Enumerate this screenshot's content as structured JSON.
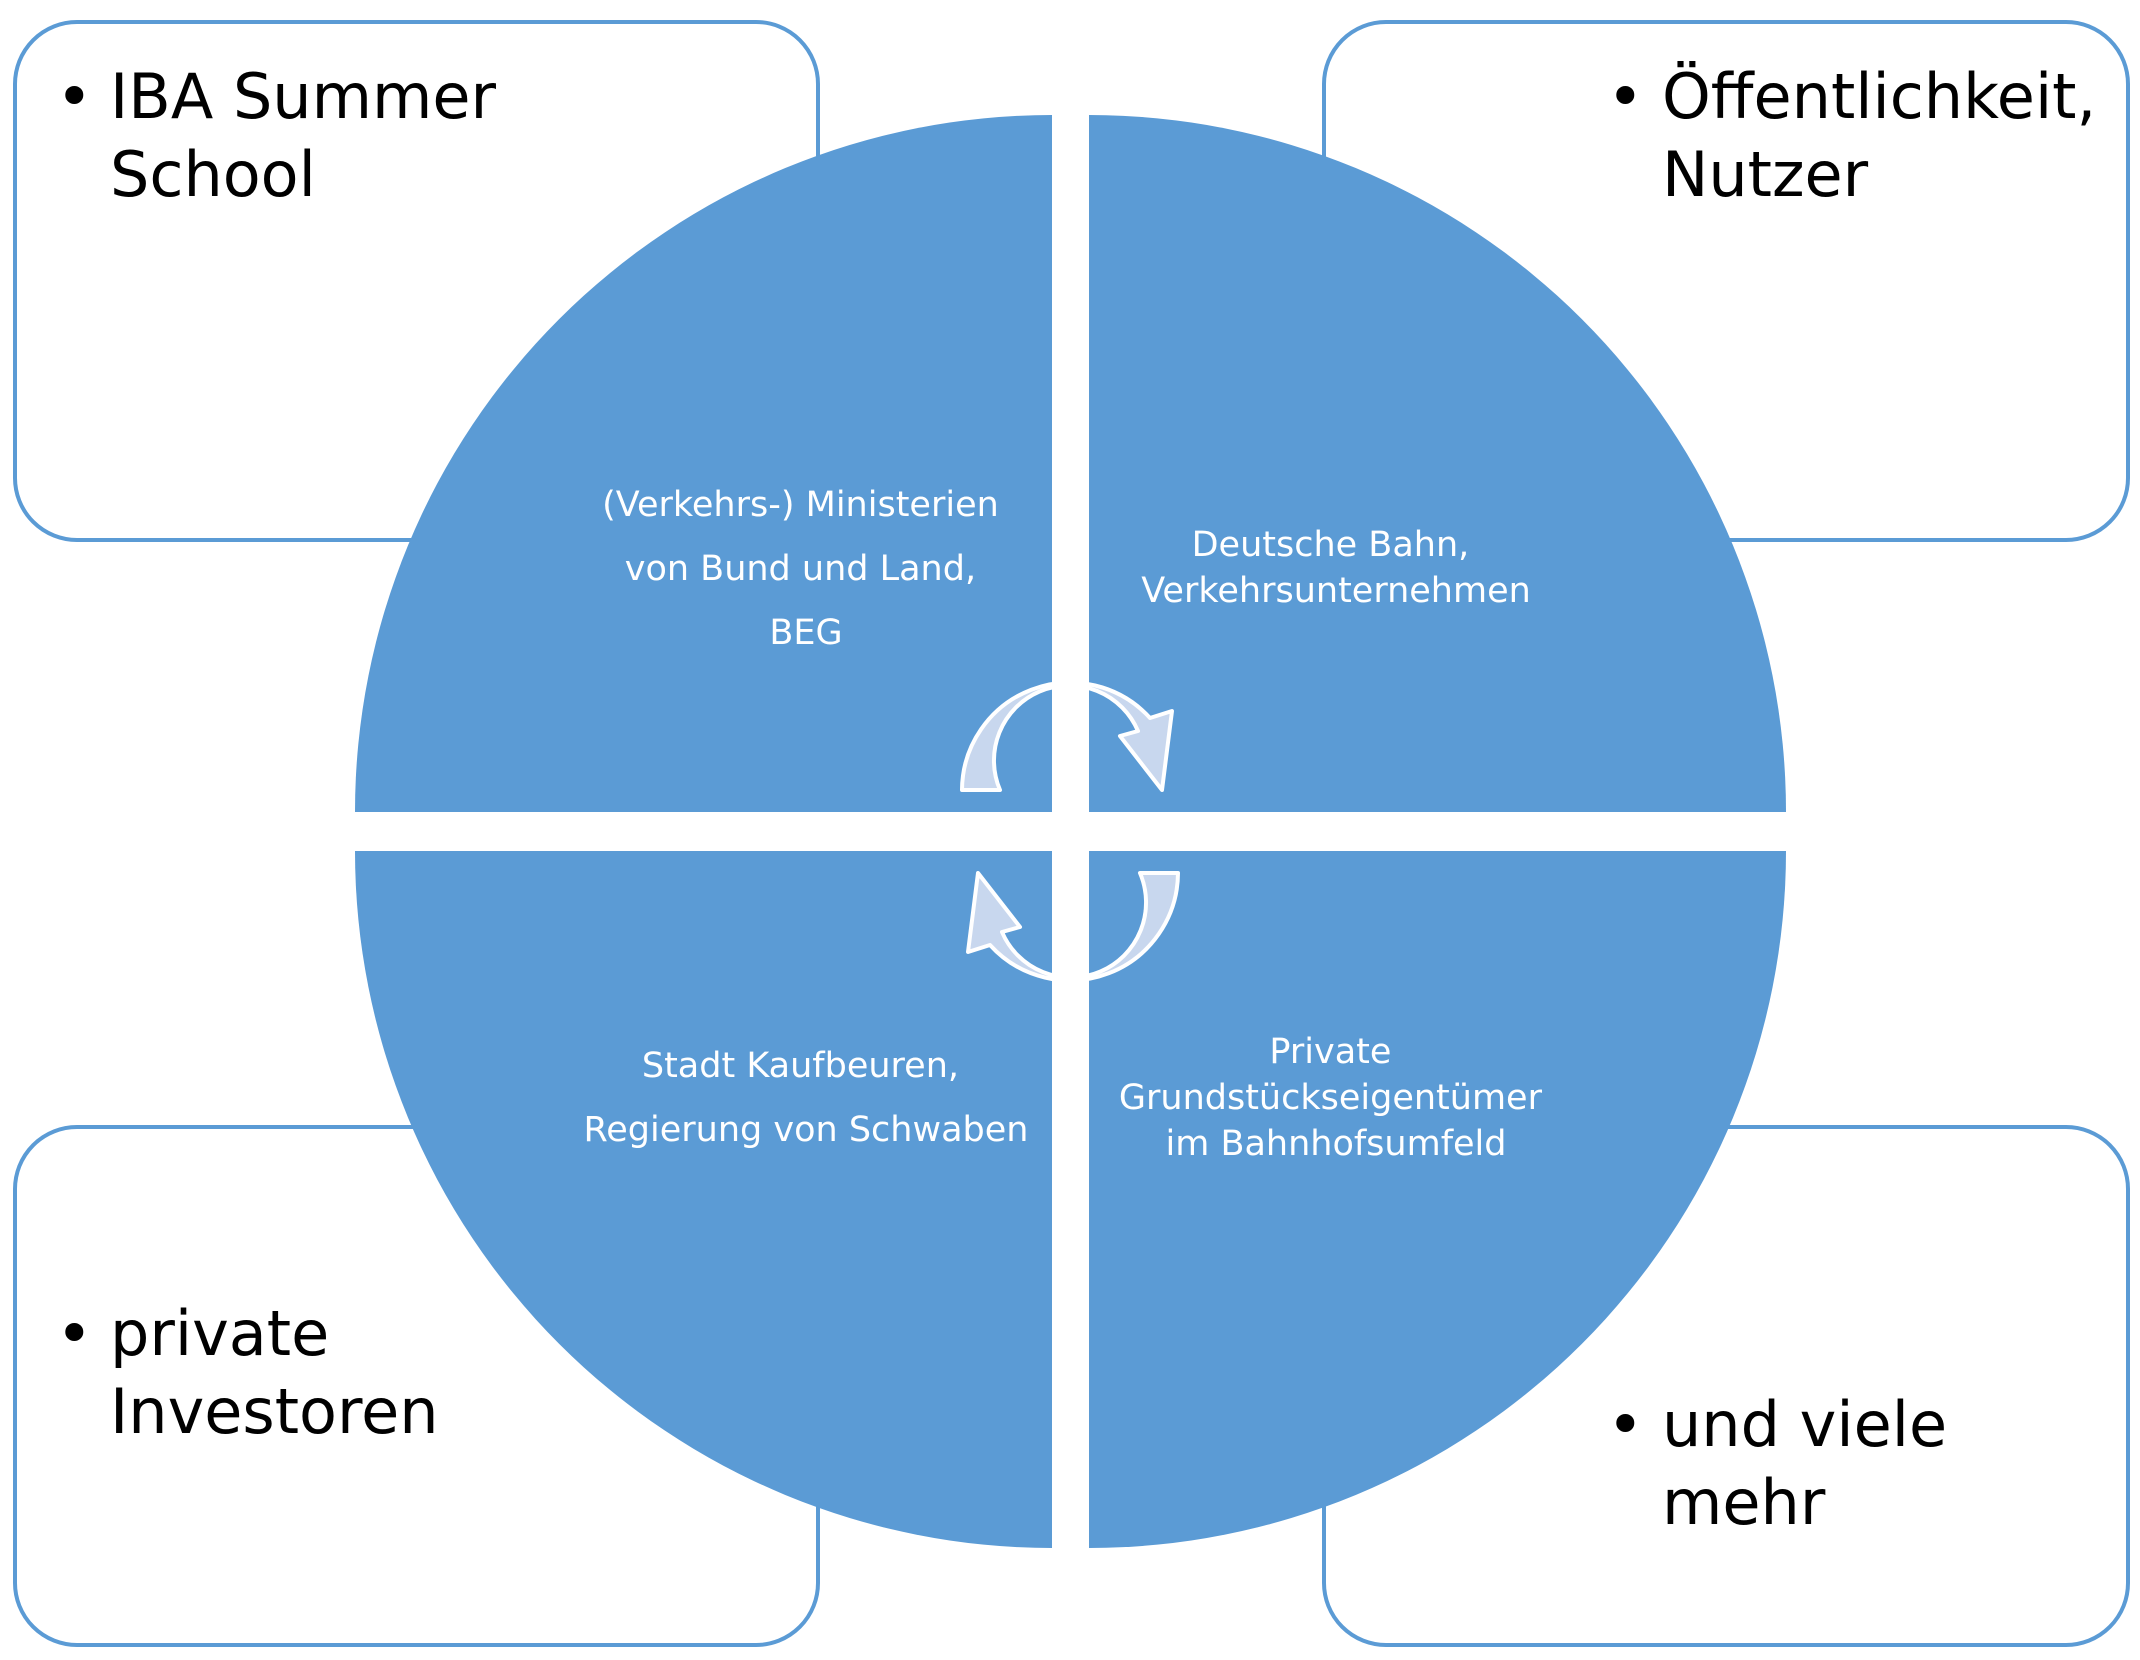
{
  "corners": {
    "top_left": {
      "bullet": "•",
      "lines": [
        "IBA Summer",
        "School"
      ]
    },
    "top_right": {
      "bullet": "•",
      "lines": [
        "Öffentlichkeit,",
        "Nutzer"
      ]
    },
    "bottom_left": {
      "bullet": "•",
      "lines": [
        "private",
        "Investoren"
      ]
    },
    "bottom_right": {
      "bullet": "•",
      "lines": [
        "und viele",
        "mehr"
      ]
    }
  },
  "quadrants": {
    "top_left": {
      "lines": [
        "(Verkehrs-) Ministerien",
        "von Bund und Land,",
        "BEG"
      ]
    },
    "top_right": {
      "lines": [
        "Deutsche Bahn,",
        "Verkehrsunternehmen"
      ]
    },
    "bottom_left": {
      "lines": [
        "Stadt Kaufbeuren,",
        "Regierung von Schwaben"
      ]
    },
    "bottom_right": {
      "lines": [
        "Private",
        "Grundstückseigentümer",
        "im Bahnhofsumfeld"
      ]
    }
  },
  "colors": {
    "circle_fill": "#5b9bd5",
    "box_border": "#5b9bd5",
    "arrow_fill": "#c8d7ee",
    "arrow_stroke": "#ffffff"
  }
}
